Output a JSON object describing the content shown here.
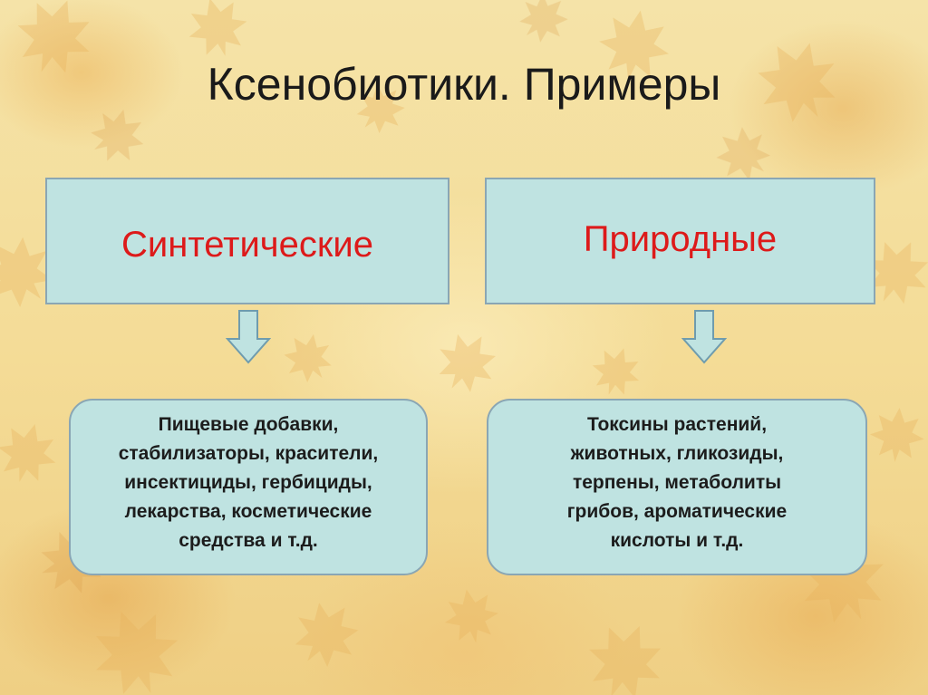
{
  "title": "Ксенобиотики. Примеры",
  "categories": [
    {
      "label": "Синтетические",
      "examples": [
        "Пищевые добавки,",
        "стабилизаторы, красители,",
        "инсектициды, гербициды,",
        "лекарства, косметические",
        "средства и т.д."
      ]
    },
    {
      "label": "Природные",
      "examples": [
        "Токсины растений,",
        "животных,  гликозиды,",
        "терпены, метаболиты",
        "грибов, ароматические",
        "кислоты и т.д."
      ]
    }
  ],
  "colors": {
    "box_fill": "#bfe3e1",
    "box_border": "#8aa6b4",
    "category_text": "#dd1a1a",
    "arrow_fill": "#bfe3e1",
    "arrow_stroke": "#6f9cae"
  },
  "icons": {
    "arrow": "down-arrow-icon",
    "background": "autumn-leaves-pattern"
  }
}
